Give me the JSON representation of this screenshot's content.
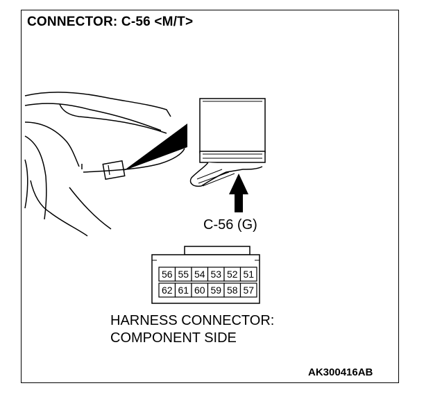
{
  "title": "CONNECTOR: C-56 <M/T>",
  "callout_label": "C-56 (G)",
  "harness_label_line1": "HARNESS CONNECTOR:",
  "harness_label_line2": "COMPONENT SIDE",
  "figure_id": "AK300416AB",
  "pins_top": [
    "56",
    "55",
    "54",
    "53",
    "52",
    "51"
  ],
  "pins_bottom": [
    "62",
    "61",
    "60",
    "59",
    "58",
    "57"
  ]
}
